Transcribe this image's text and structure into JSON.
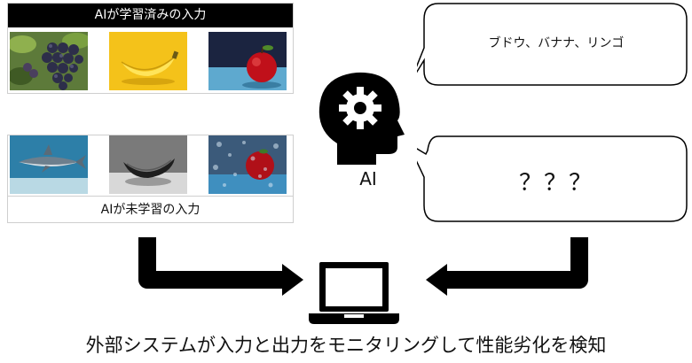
{
  "trained_panel": {
    "title": "AIが学習済みの入力"
  },
  "untrained_panel": {
    "title": "AIが未学習の入力"
  },
  "ai": {
    "label": "AI"
  },
  "bubbles": {
    "known_output": "ブドウ、バナナ、リンゴ",
    "unknown_output": "？？？"
  },
  "caption": "外部システムが入力と出力をモニタリングして性能劣化を検知",
  "icons": {
    "ai_head": "head-with-gear-icon",
    "monitor": "laptop-icon",
    "arrows": [
      "arrow-right-icon",
      "arrow-left-icon"
    ]
  }
}
